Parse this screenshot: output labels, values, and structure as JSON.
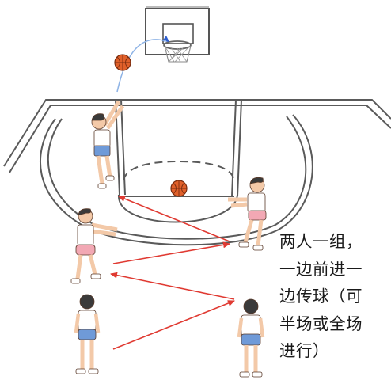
{
  "caption": {
    "lines": [
      "两人一组，",
      "一边前进一",
      "边传球（可",
      "半场或全场",
      "进行）"
    ]
  },
  "colors": {
    "court_line": "#5a5a5a",
    "pass_arrow": "#e03a32",
    "ball": "#e0602a",
    "shorts_red": "#f2a8b4",
    "shorts_blue": "#6f9ad8",
    "hair": "#3a3a3a",
    "skin": "#f3c9a8"
  },
  "icons": [
    "basketball-hoop-icon",
    "basketball-icon",
    "player-figure-icon",
    "pass-arrow-icon"
  ]
}
